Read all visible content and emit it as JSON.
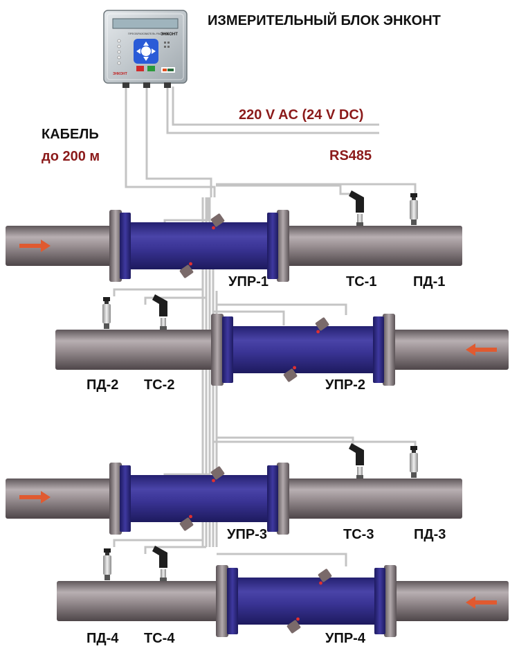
{
  "title": "ИЗМЕРИТЕЛЬНЫЙ БЛОК ЭНКОНТ",
  "device": {
    "name": "ЭНКОНТ",
    "small_text": "ПРЕОБРАЗОВАТЕЛЬ РАСХОДА",
    "logo": "ЭНКОНТ"
  },
  "cable": {
    "label": "КАБЕЛЬ",
    "length": "до 200 м"
  },
  "power": "220 V AC (24 V DC)",
  "interface": "RS485",
  "runs": [
    {
      "flowmeter": "УПР-1",
      "temp_sensor": "ТС-1",
      "pressure_sensor": "ПД-1",
      "flow_direction": "right"
    },
    {
      "flowmeter": "УПР-2",
      "temp_sensor": "ТС-2",
      "pressure_sensor": "ПД-2",
      "flow_direction": "left"
    },
    {
      "flowmeter": "УПР-3",
      "temp_sensor": "ТС-3",
      "pressure_sensor": "ПД-3",
      "flow_direction": "right"
    },
    {
      "flowmeter": "УПР-4",
      "temp_sensor": "ТС-4",
      "pressure_sensor": "ПД-4",
      "flow_direction": "left"
    }
  ],
  "colors": {
    "text_black": "#111111",
    "text_red": "#8b1a1a",
    "pipe": "#8e8487",
    "flowmeter": "#3b3593",
    "arrow": "#e05a30",
    "cable": "#bdbdbd"
  }
}
